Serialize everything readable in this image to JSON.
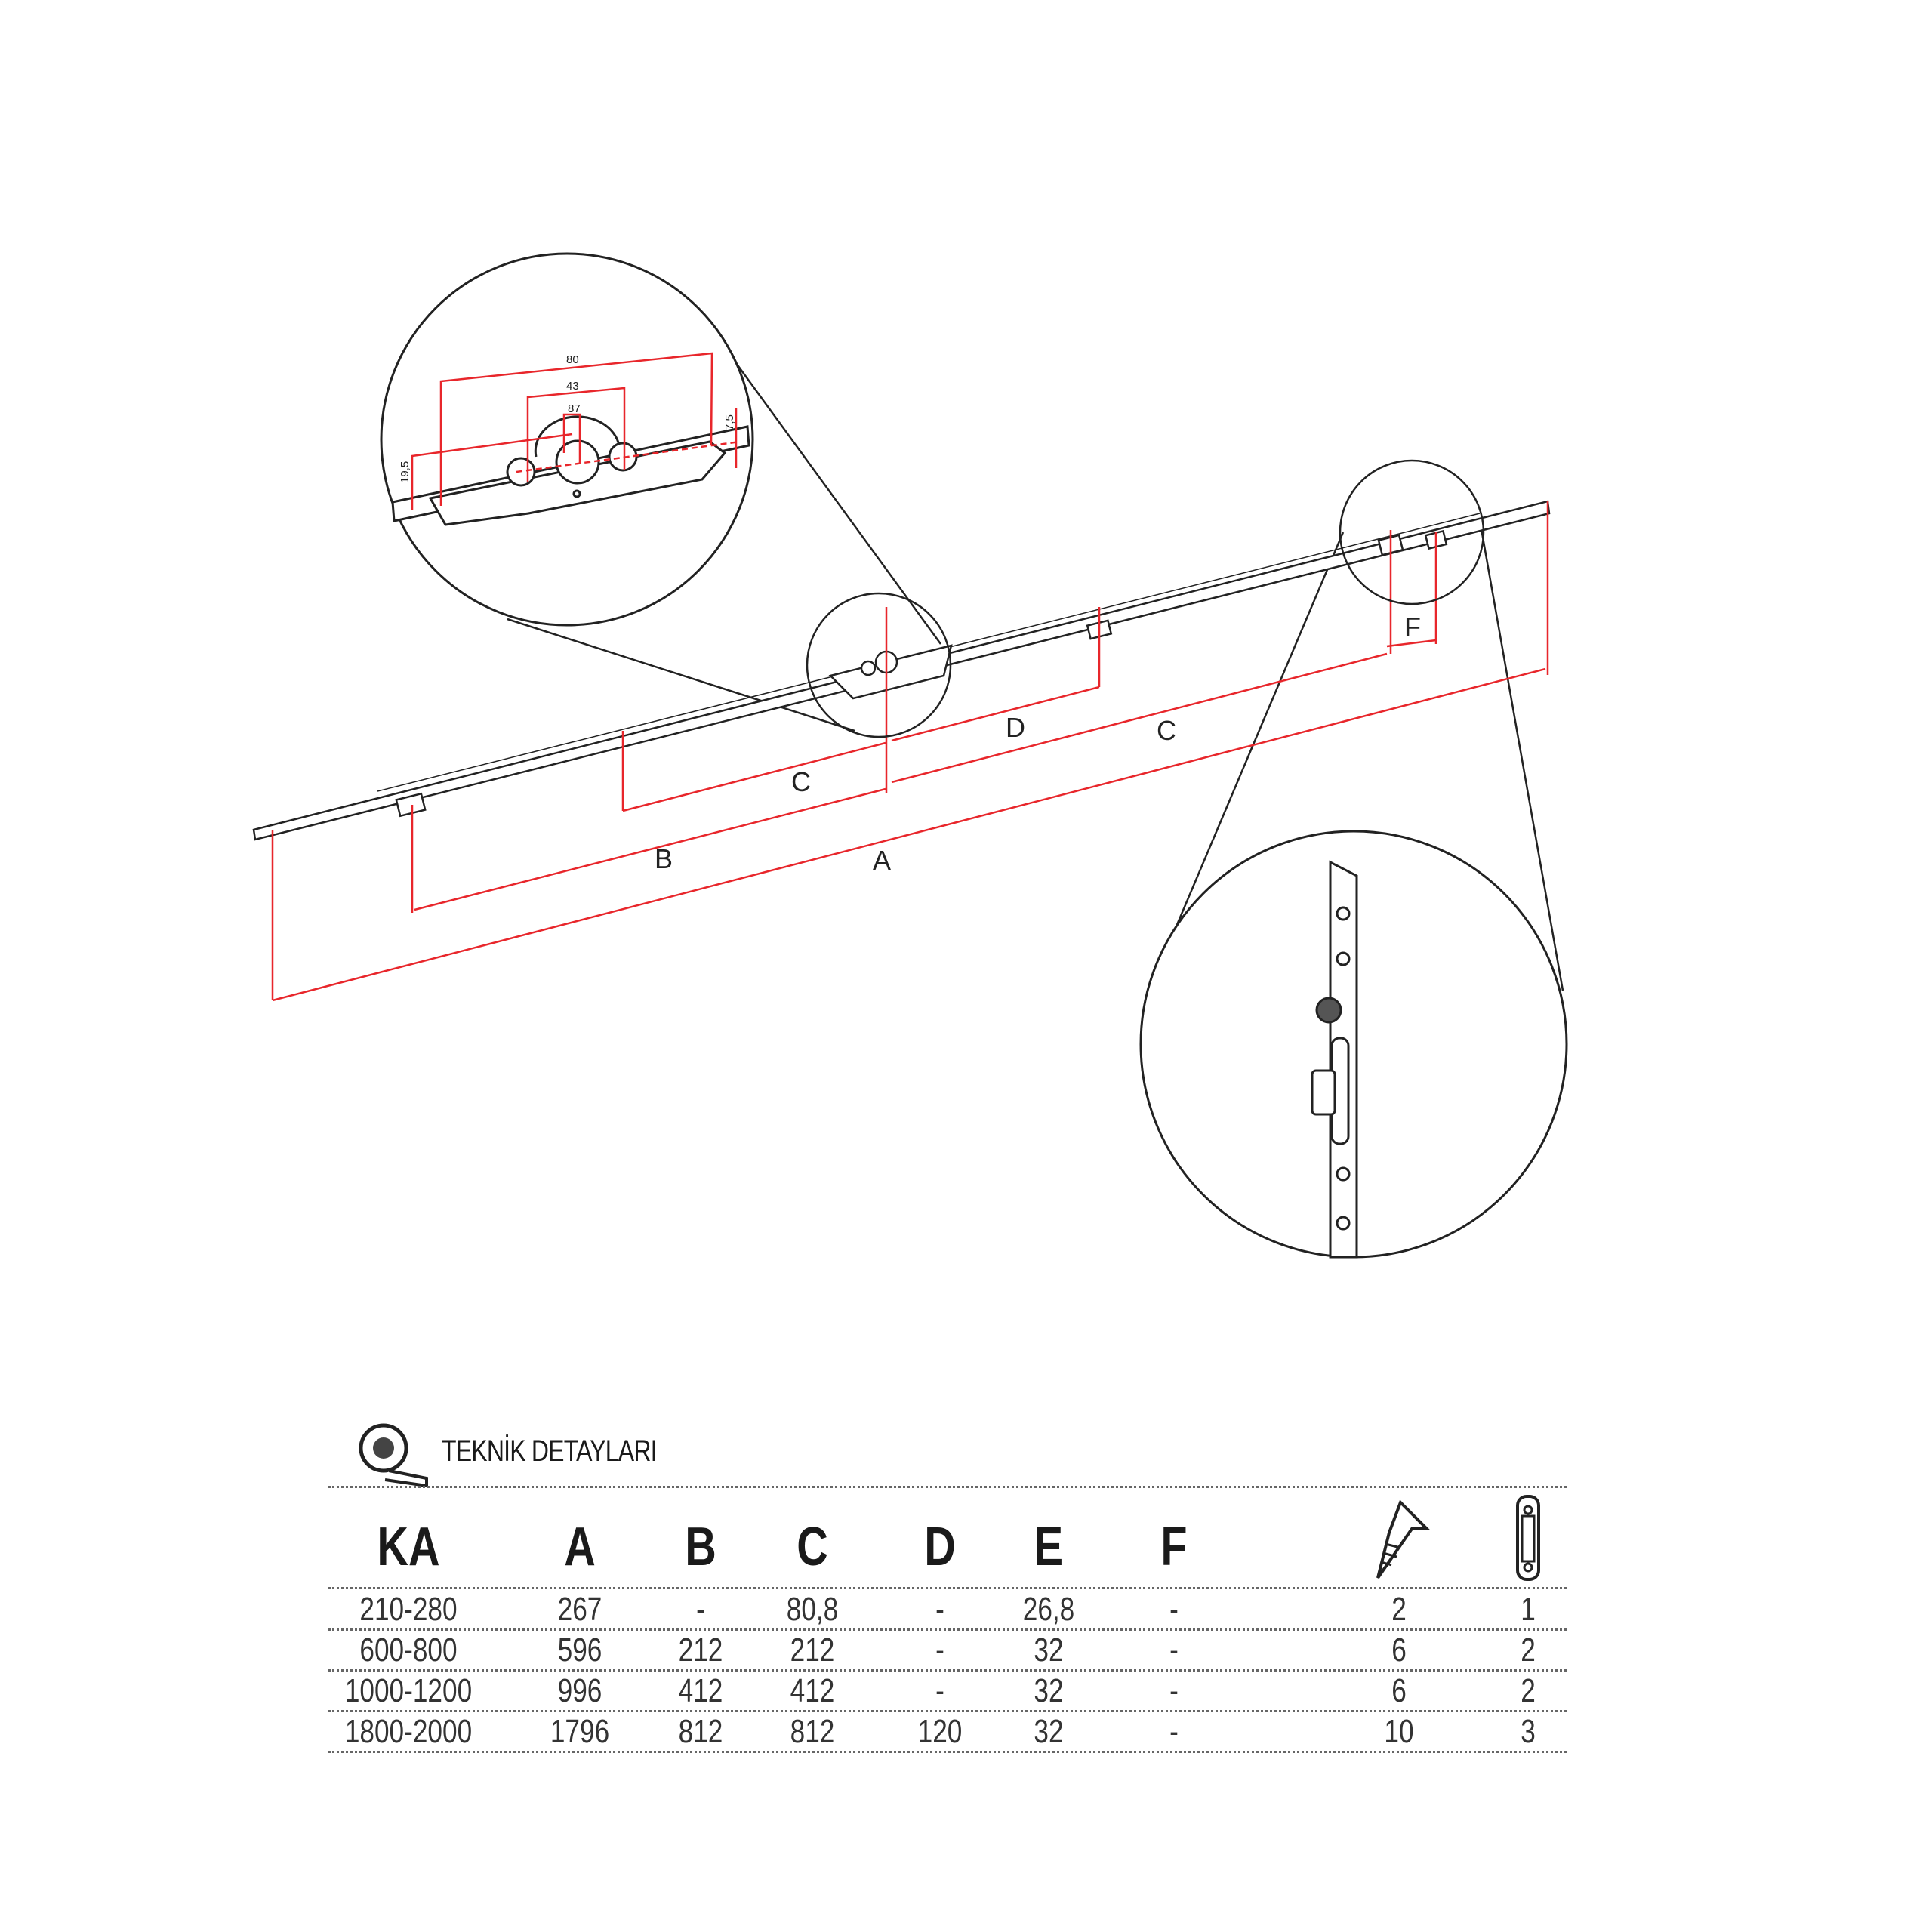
{
  "drawing": {
    "dimension_labels": {
      "A": "A",
      "B": "B",
      "C_left": "C",
      "D": "D",
      "C_right": "C",
      "F": "F"
    },
    "detail_labels": {
      "width_80": "80",
      "width_43": "43",
      "width_87": "87",
      "height_7_5": "7,5",
      "height_19_5": "19,5"
    },
    "accent_color": "#e8262b"
  },
  "section": {
    "title": "TEKNİK DETAYLARI",
    "icon": "measuring-tape-icon"
  },
  "table": {
    "headers": [
      "KA",
      "A",
      "B",
      "C",
      "D",
      "E",
      "F"
    ],
    "header_icons": [
      "screw-icon",
      "keeper-icon"
    ],
    "rows": [
      [
        "210-280",
        "267",
        "-",
        "80,8",
        "-",
        "26,8",
        "-",
        "2",
        "1"
      ],
      [
        "600-800",
        "596",
        "212",
        "212",
        "-",
        "32",
        "-",
        "6",
        "2"
      ],
      [
        "1000-1200",
        "996",
        "412",
        "412",
        "-",
        "32",
        "-",
        "6",
        "2"
      ],
      [
        "1800-2000",
        "1796",
        "812",
        "812",
        "120",
        "32",
        "-",
        "10",
        "3"
      ]
    ]
  }
}
